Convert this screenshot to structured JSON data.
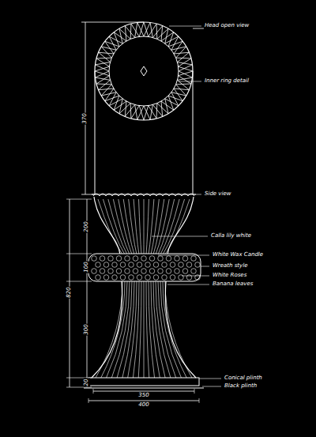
{
  "diagram": {
    "labels": [
      "Head open view",
      "370",
      "Inner ring detail",
      "Side view",
      "820",
      "200",
      "Calla lily white",
      "White Wax Candle",
      "Wreath style",
      "100",
      "White Roses",
      "Banana leaves",
      "300",
      "20",
      "Conical plinth",
      "Black plinth",
      "350",
      "400"
    ]
  }
}
